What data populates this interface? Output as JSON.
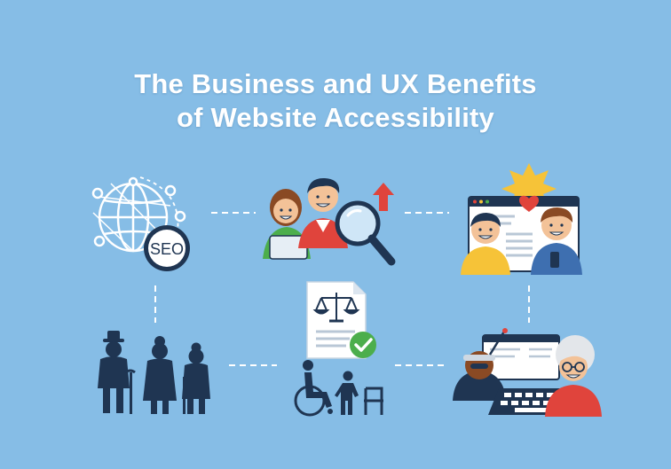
{
  "title": {
    "line1": "The Business and UX Benefits",
    "line2": "of Website Accessibility"
  },
  "icons": {
    "seo_badge": "SEO",
    "seo": "globe-network-icon",
    "search": "team-search-icon",
    "users": "happy-users-icon",
    "elderly": "elderly-people-icon",
    "legal": "legal-compliance-icon",
    "disability": "disability-access-icon",
    "assistive": "assistive-tech-icon"
  },
  "colors": {
    "background": "#86bde6",
    "navy": "#1f3552",
    "red": "#e0443c",
    "yellow": "#f6c338",
    "green": "#4cae4c",
    "dash": "#ffffff"
  }
}
